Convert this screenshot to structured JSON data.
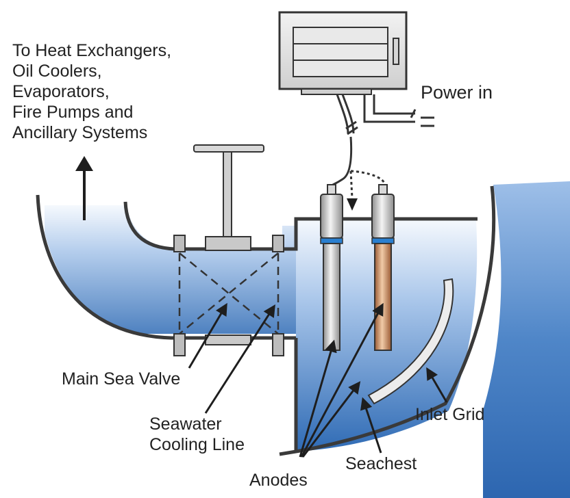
{
  "diagram": {
    "labels": {
      "heat_exchangers": [
        "To Heat Exchangers,",
        "Oil Coolers,",
        "Evaporators,",
        "Fire Pumps and",
        "Ancillary Systems"
      ],
      "power_in": "Power in",
      "main_sea_valve": "Main Sea Valve",
      "seawater_cooling_line": [
        "Seawater",
        "Cooling Line"
      ],
      "inlet_grid": "Inlet Grid",
      "seachest": "Seachest",
      "anodes": "Anodes"
    },
    "colors": {
      "water_light": "#e6eef8",
      "water_dark": "#2f6bb5",
      "steel_light": "#eeeeee",
      "steel_dark": "#8e8e8e",
      "copper_light": "#e9c2a0",
      "copper_dark": "#9a5a34",
      "anode_band": "#2a7fd0",
      "outline": "#333333"
    },
    "icons": [
      "control-panel-icon",
      "anode-icon",
      "sea-valve-icon",
      "inlet-grid-icon",
      "arrow-icon"
    ]
  }
}
